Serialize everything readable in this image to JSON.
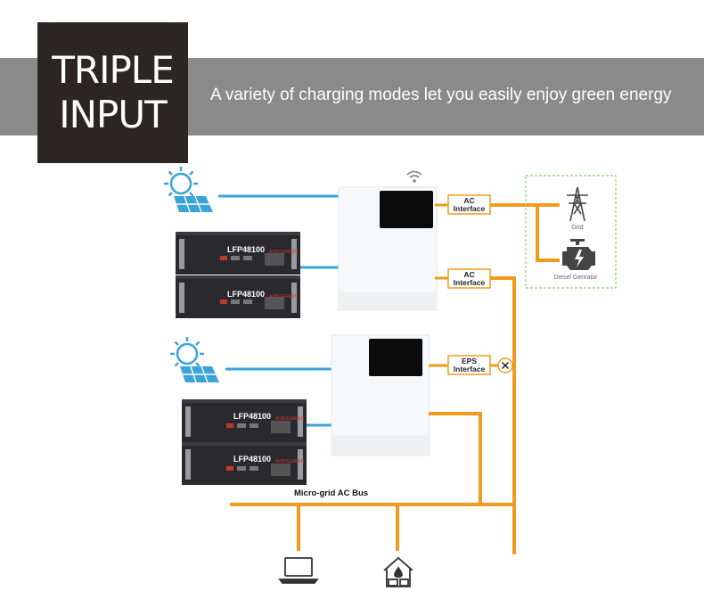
{
  "banner": {
    "title_line1": "TRIPLE",
    "title_line2": "INPUT",
    "tagline": "A variety of charging modes let you easily enjoy green energy"
  },
  "diagram": {
    "battery_model": "LFP48100",
    "battery_brand": "AOBOGREEN",
    "ac_interface_line1": "AC",
    "ac_interface_line2": "Interface",
    "eps_interface_line1": "EPS",
    "eps_interface_line2": "Interface",
    "grid_label": "Grid",
    "diesel_label": "Diesel Genrator",
    "bus_label": "Micro-grid AC Bus",
    "icons": [
      "solar-panel-icon",
      "wifi-icon",
      "transmission-tower-icon",
      "engine-icon",
      "laptop-icon",
      "home-appliance-icon",
      "close-icon"
    ],
    "colors": {
      "dc_line": "#3aa3d8",
      "ac_line": "#f39a1e",
      "banner": "#8a8a8a",
      "title_box": "#2b2624",
      "source_box_border": "#8ccf6a"
    }
  }
}
